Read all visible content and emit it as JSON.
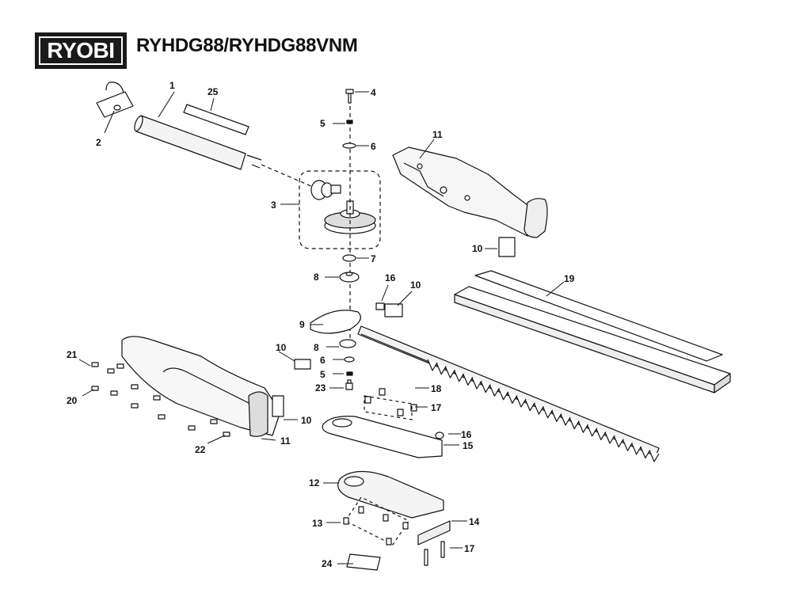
{
  "header": {
    "brand": "RYOBI",
    "model_title": "RYHDG88/RYHDG88VNM"
  },
  "callouts": [
    "1",
    "2",
    "3",
    "4",
    "5",
    "6",
    "7",
    "8",
    "9",
    "10",
    "11",
    "12",
    "13",
    "14",
    "15",
    "16",
    "17",
    "18",
    "19",
    "20",
    "21",
    "22",
    "23",
    "24",
    "25"
  ]
}
